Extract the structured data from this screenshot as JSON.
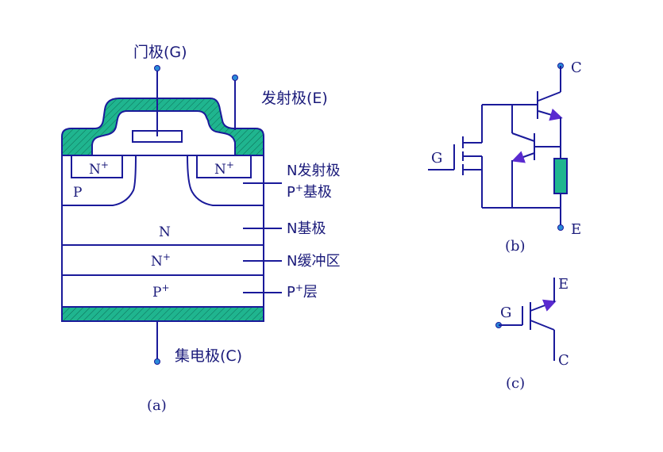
{
  "colors": {
    "line": "#1a1a9a",
    "metal": "#1fb58f",
    "terminal": "#2a8ad8",
    "arrow": "#5a2ad0",
    "text": "#1a1a7a"
  },
  "panel_a": {
    "caption": "(a)",
    "gate_label": "门极(G)",
    "emitter_label": "发射极(E)",
    "collector_label": "集电极(C)",
    "regions": {
      "n_plus_left": "N",
      "n_plus_left_sup": "+",
      "n_plus_right": "N",
      "n_plus_right_sup": "+",
      "p_left": "P",
      "n_base": "N",
      "n_buffer": "N",
      "n_buffer_sup": "+",
      "p_plus_layer": "P",
      "p_plus_layer_sup": "+"
    },
    "annotations": {
      "n_emitter": "N发射极",
      "p_base_p": "P",
      "p_base_sup": "+",
      "p_base_cn": "基极",
      "n_base": "N基极",
      "n_buffer": "N缓冲区",
      "p_layer_p": "P",
      "p_layer_sup": "+",
      "p_layer_cn": "层"
    }
  },
  "panel_b": {
    "caption": "(b)",
    "collector": "C",
    "emitter": "E",
    "gate": "G"
  },
  "panel_c": {
    "caption": "(c)",
    "emitter": "E",
    "collector": "C",
    "gate": "G"
  }
}
